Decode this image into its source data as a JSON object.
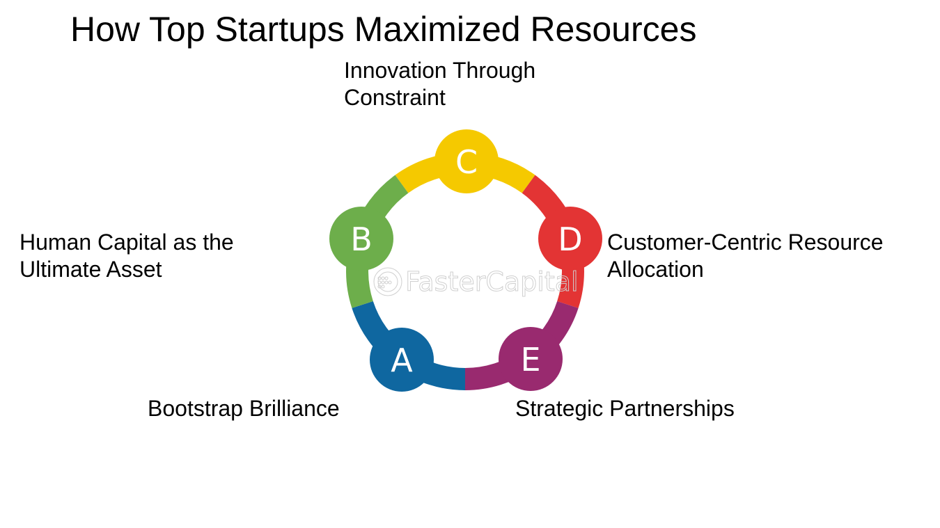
{
  "title": "How Top Startups Maximized Resources",
  "watermark": "FasterCapital",
  "nodes": [
    {
      "letter": "A",
      "label_lines": [
        "Bootstrap Brilliance"
      ],
      "color": "#0F67A0"
    },
    {
      "letter": "B",
      "label_lines": [
        "Human Capital as the",
        "Ultimate Asset"
      ],
      "color": "#6DAE4B"
    },
    {
      "letter": "C",
      "label_lines": [
        "Innovation Through",
        "Constraint"
      ],
      "color": "#F5C900"
    },
    {
      "letter": "D",
      "label_lines": [
        "Customer-Centric Resource",
        "Allocation"
      ],
      "color": "#E33434"
    },
    {
      "letter": "E",
      "label_lines": [
        "Strategic Partnerships"
      ],
      "color": "#992A6F"
    }
  ],
  "icons": {
    "watermark_gear": "gear-icon"
  }
}
